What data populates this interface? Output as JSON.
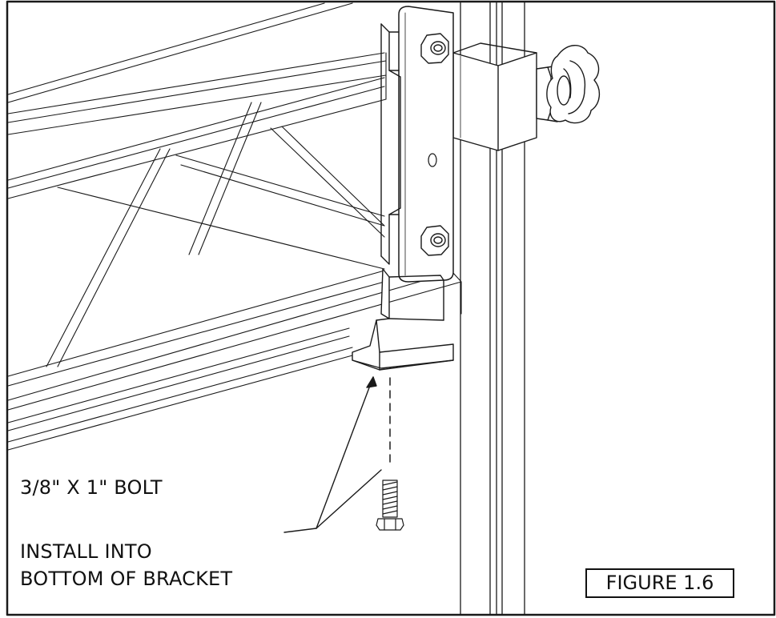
{
  "callouts": {
    "bolt": "3/8\" X 1\" BOLT",
    "install_line1": "INSTALL INTO",
    "install_line2": "BOTTOM OF BRACKET"
  },
  "figure": {
    "label": "FIGURE 1.6"
  },
  "colors": {
    "line": "#1a1a1a",
    "background": "#ffffff"
  }
}
